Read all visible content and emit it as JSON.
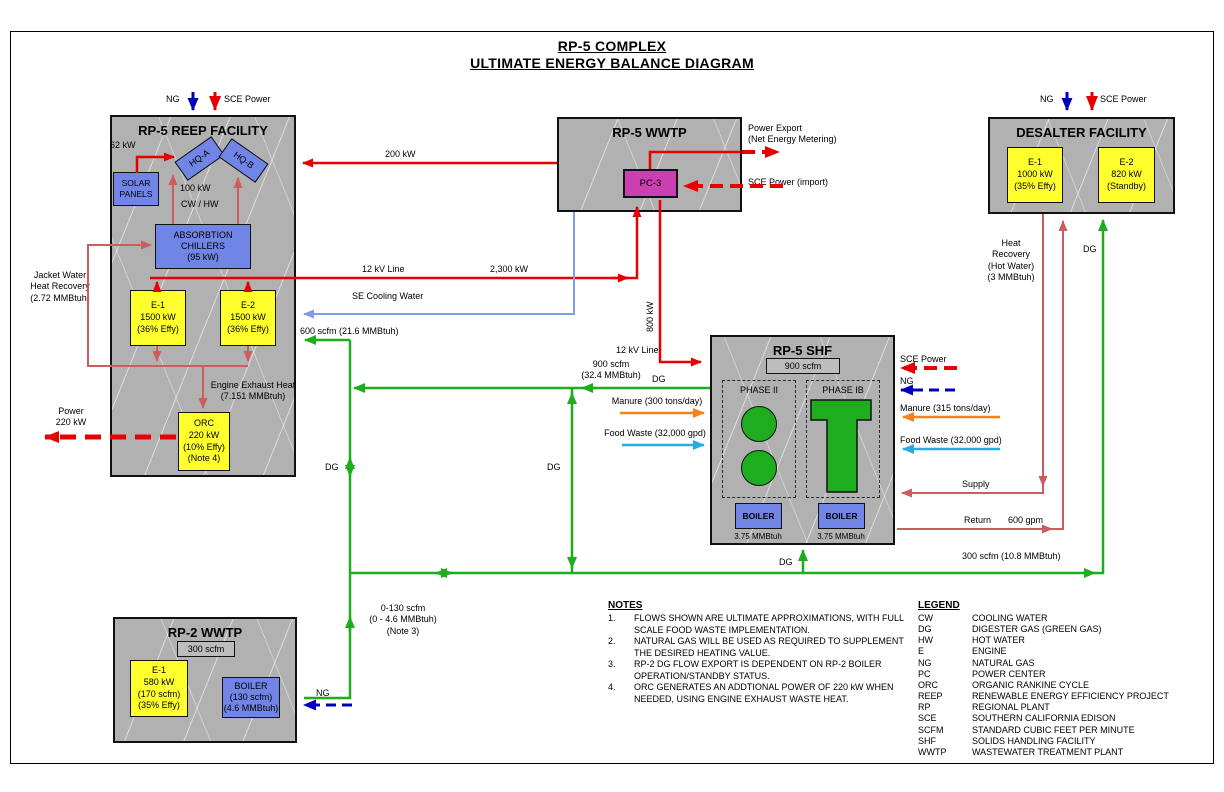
{
  "title": {
    "line1": "RP-5 COMPLEX",
    "line2": "ULTIMATE ENERGY BALANCE DIAGRAM"
  },
  "reep": {
    "title": "RP-5 REEP FACILITY",
    "ng": "NG",
    "sce": "SCE Power",
    "solar_kw": "62 kW",
    "solar": "SOLAR\nPANELS",
    "hq_a": "HQ-A",
    "hq_b": "HQ-B",
    "hq_kw": "100 kW",
    "cw_hw": "CW / HW",
    "chillers": "ABSORBTION\nCHILLERS\n(95 kW)",
    "e1": "E-1\n1500 kW\n(36% Effy)",
    "e2": "E-2\n1500 kW\n(36% Effy)",
    "exhaust": "Engine Exhaust Heat\n(7.151 MMBtuh)",
    "orc": "ORC\n220 kW\n(10% Effy)\n(Note 4)",
    "jacket": "Jacket Water\nHeat Recovery\n(2.72 MMBtuh)",
    "power_out": "Power\n220 kW"
  },
  "wwtp5": {
    "title": "RP-5 WWTP",
    "pc3": "PC-3",
    "export": "Power Export\n(Net Energy Metering)",
    "import": "SCE Power (import)",
    "kw200": "200 kW",
    "line12kv": "12 kV Line",
    "kw2300": "2,300 kW",
    "secw": "SE Cooling Water",
    "kw800": "800 kW"
  },
  "desalter": {
    "title": "DESALTER FACILITY",
    "ng": "NG",
    "sce": "SCE Power",
    "e1": "E-1\n1000 kW\n(35% Effy)",
    "e2": "E-2\n820 kW\n(Standby)",
    "heat": "Heat\nRecovery\n(Hot Water)\n(3 MMBtuh)",
    "dg": "DG"
  },
  "shf": {
    "title": "RP-5 SHF",
    "scfm": "900 scfm",
    "line12kv": "12 kV Line",
    "phase2": "PHASE II",
    "phase1b": "PHASE IB",
    "boiler": "BOILER",
    "boiler_cap": "3.75 MMBtuh",
    "sce": "SCE Power",
    "ng": "NG",
    "manure_in": "Manure (300 tons/day)",
    "foodwaste_in": "Food Waste (32,000 gpd)",
    "manure_r": "Manure (315 tons/day)",
    "foodwaste_r": "Food Waste (32,000 gpd)",
    "supply": "Supply",
    "return": "Return",
    "gpm": "600 gpm",
    "dg": "DG"
  },
  "flows": {
    "scfm600": "600 scfm (21.6 MMBtuh)",
    "scfm900": "900 scfm\n(32.4 MMBtuh)",
    "dg_left": "DG",
    "dg_mid": "DG",
    "dg_line": "DG",
    "scfm300": "300 scfm (10.8 MMBtuh)",
    "scfm130": "0-130 scfm\n(0 - 4.6 MMBtuh)\n(Note 3)"
  },
  "wwtp2": {
    "title": "RP-2 WWTP",
    "scfm": "300 scfm",
    "e1": "E-1\n580 kW\n(170 scfm)\n(35% Effy)",
    "boiler": "BOILER\n(130 scfm)\n(4.6 MMBtuh)",
    "ng": "NG"
  },
  "notes": {
    "heading": "NOTES",
    "items": [
      "FLOWS SHOWN ARE ULTIMATE APPROXIMATIONS, WITH FULL SCALE FOOD WASTE IMPLEMENTATION.",
      "NATURAL GAS WILL BE USED AS REQUIRED TO SUPPLEMENT THE DESIRED HEATING VALUE.",
      "RP-2 DG FLOW EXPORT IS DEPENDENT ON RP-2 BOILER OPERATION/STANDBY STATUS.",
      "ORC GENERATES AN ADDTIONAL POWER OF 220 kW WHEN NEEDED, USING ENGINE EXHAUST WASTE HEAT."
    ]
  },
  "legend": {
    "heading": "LEGEND",
    "entries": [
      {
        "abbr": "CW",
        "full": "COOLING WATER"
      },
      {
        "abbr": "DG",
        "full": "DIGESTER GAS (GREEN GAS)"
      },
      {
        "abbr": "HW",
        "full": "HOT WATER"
      },
      {
        "abbr": "E",
        "full": "ENGINE"
      },
      {
        "abbr": "NG",
        "full": "NATURAL GAS"
      },
      {
        "abbr": "PC",
        "full": "POWER CENTER"
      },
      {
        "abbr": "ORC",
        "full": "ORGANIC RANKINE CYCLE"
      },
      {
        "abbr": "REEP",
        "full": "RENEWABLE ENERGY EFFICIENCY PROJECT"
      },
      {
        "abbr": "RP",
        "full": "REGIONAL PLANT"
      },
      {
        "abbr": "SCE",
        "full": "SOUTHERN CALIFORNIA EDISON"
      },
      {
        "abbr": "SCFM",
        "full": "STANDARD CUBIC FEET PER MINUTE"
      },
      {
        "abbr": "SHF",
        "full": "SOLIDS HANDLING FACILITY"
      },
      {
        "abbr": "WWTP",
        "full": "WASTEWATER TREATMENT PLANT"
      }
    ]
  },
  "colors": {
    "power_red": "#e60000",
    "heat_crimson": "#cd5c5c",
    "dg_green": "#1ead1e",
    "ng_blue": "#0000bb",
    "cooling_blue": "#7f9bef",
    "manure_orange": "#f5821f",
    "foodwaste_cyan": "#29abe2",
    "facility_gray": "#b1b1b1",
    "equip_yellow": "#ffff2e",
    "equip_blue": "#7185e6",
    "pc_magenta": "#cc3fb0"
  }
}
